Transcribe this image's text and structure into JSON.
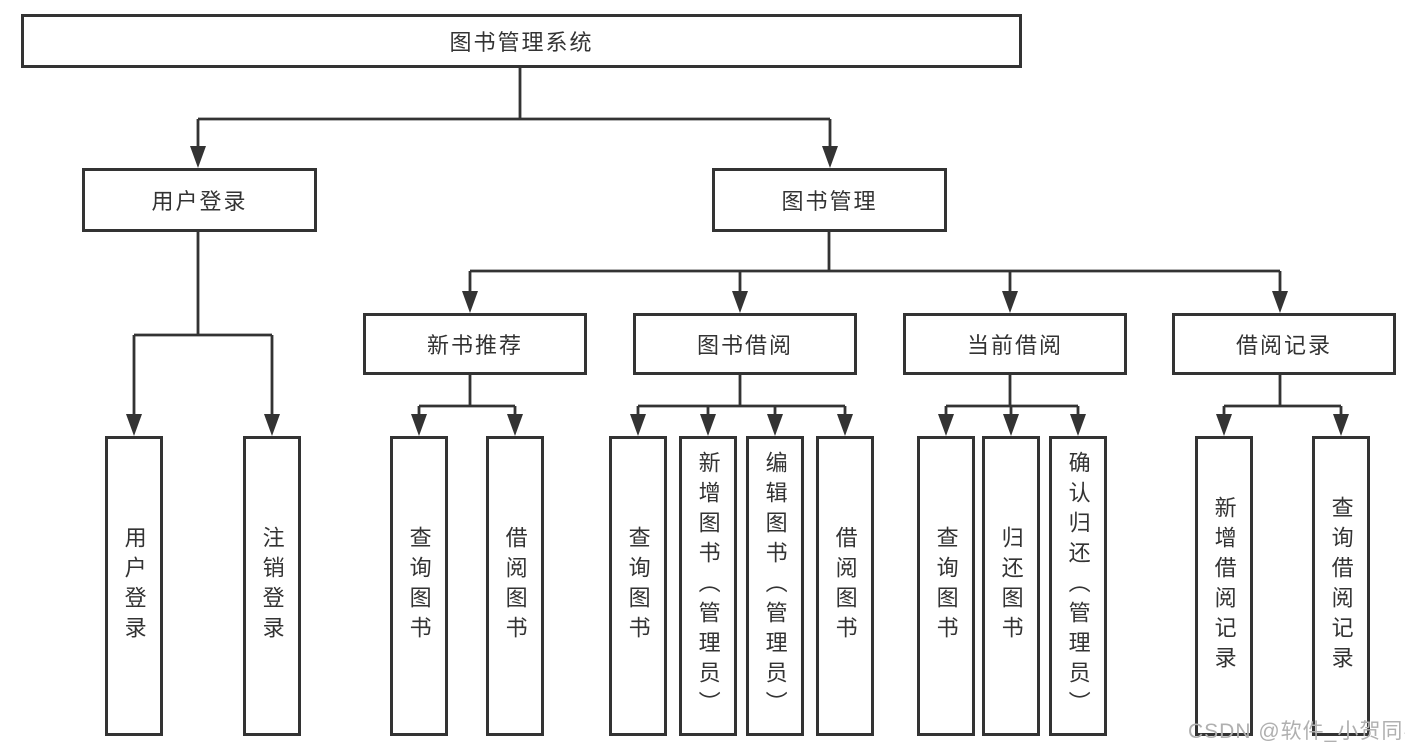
{
  "colors": {
    "line": "#333333",
    "text": "#333333",
    "background": "#ffffff",
    "watermark": "#b0b0b0"
  },
  "tree": {
    "root": {
      "label": "图书管理系统",
      "children": [
        {
          "label": "用户登录",
          "children": [
            "用户登录",
            "注销登录"
          ]
        },
        {
          "label": "图书管理",
          "children": [
            {
              "label": "新书推荐",
              "children": [
                "查询图书",
                "借阅图书"
              ]
            },
            {
              "label": "图书借阅",
              "children": [
                "查询图书",
                "新增图书（管理员）",
                "编辑图书（管理员）",
                "借阅图书"
              ]
            },
            {
              "label": "当前借阅",
              "children": [
                "查询图书",
                "归还图书",
                "确认归还（管理员）"
              ]
            },
            {
              "label": "借阅记录",
              "children": [
                "新增借阅记录",
                "查询借阅记录"
              ]
            }
          ]
        }
      ]
    }
  },
  "watermark": {
    "text": "CSDN @软件_小贺同学"
  }
}
